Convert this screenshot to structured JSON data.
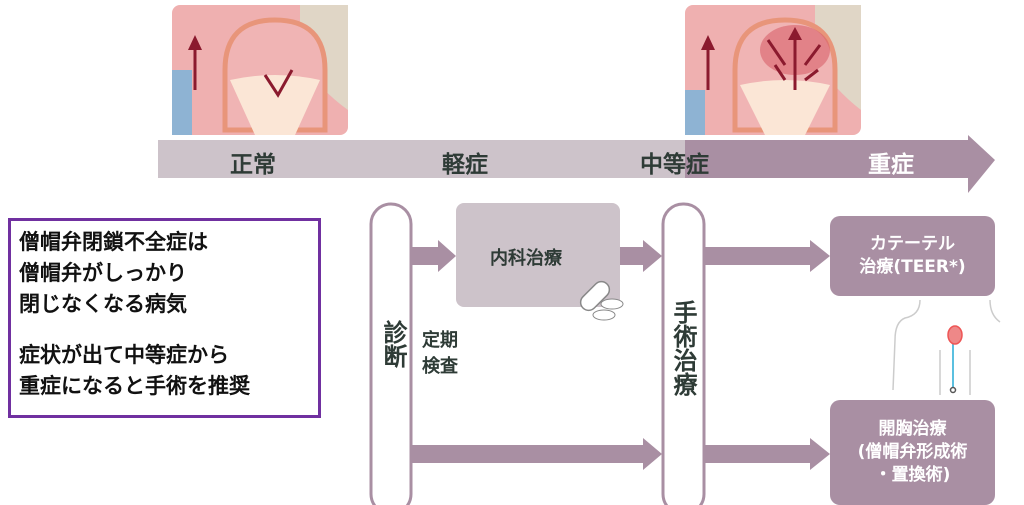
{
  "stages": [
    "正常",
    "軽症",
    "中等症",
    "重症"
  ],
  "info": {
    "line1": "僧帽弁閉鎖不全症は",
    "line2": "僧帽弁がしっかり",
    "line3": "閉じなくなる病気",
    "line4": "症状が出て中等症から",
    "line5": "重症になると手術を推奨"
  },
  "diagnosis": "診断",
  "checkup": {
    "line1": "定期",
    "line2": "検査"
  },
  "medical": "内科治療",
  "surgery": "手術治療",
  "catheter": {
    "line1": "カテーテル",
    "line2": "治療(TEER*)"
  },
  "open": {
    "line1": "開胸治療",
    "line2": "(僧帽弁形成術",
    "line3": "・置換術)"
  },
  "colors": {
    "light": "#cdc3ca",
    "dark": "#a98fa3",
    "border": "#7030a0",
    "text": "#2e3b36"
  }
}
